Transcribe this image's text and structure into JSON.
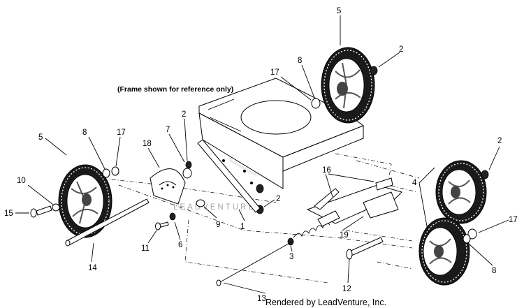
{
  "caption": "(Frame shown for reference only)",
  "footer": "Rendered by LeadVenture, Inc.",
  "watermark": "LEADVENTURE",
  "callouts": {
    "c1": "1",
    "c2a": "2",
    "c2b": "2",
    "c2c": "2",
    "c2d": "2",
    "c3": "3",
    "c4": "4",
    "c5a": "5",
    "c5b": "5",
    "c6": "6",
    "c7": "7",
    "c8a": "8",
    "c8b": "8",
    "c8c": "8",
    "c9": "9",
    "c10": "10",
    "c11": "11",
    "c12": "12",
    "c13": "13",
    "c14": "14",
    "c15": "15",
    "c16": "16",
    "c17a": "17",
    "c17b": "17",
    "c17c": "17",
    "c18": "18",
    "c19": "19"
  }
}
